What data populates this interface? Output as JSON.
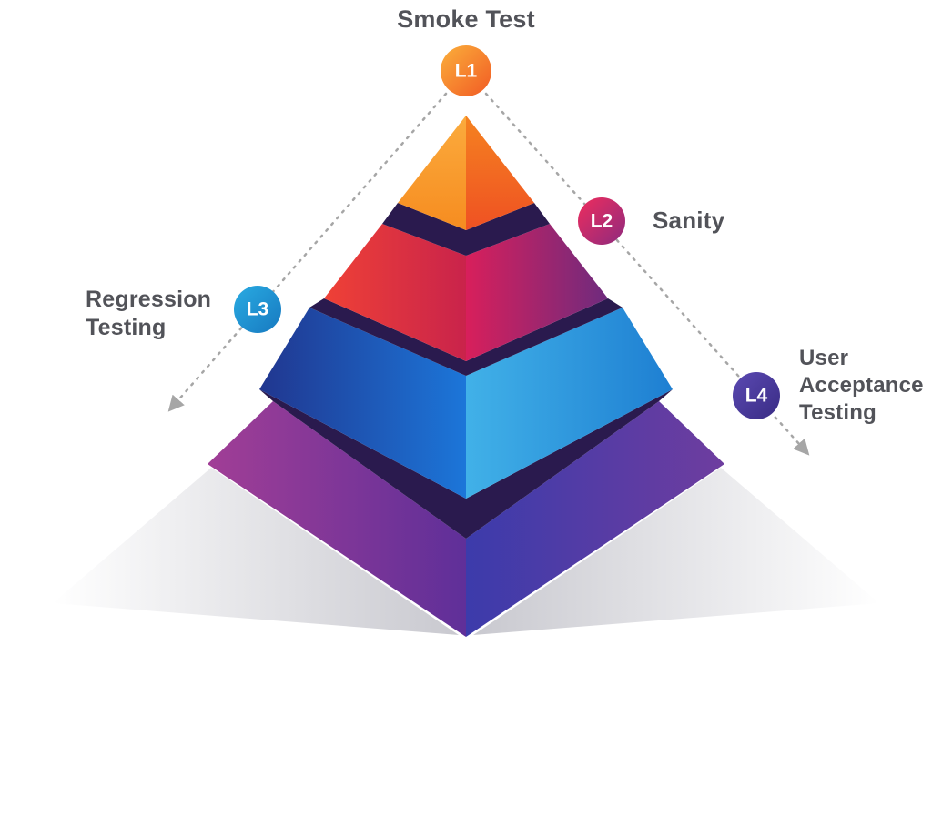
{
  "diagram": {
    "type": "pyramid-4-levels",
    "title": "Smoke Test"
  },
  "levels": [
    {
      "badge": "L1",
      "label": "Smoke Test",
      "lines": [
        "Smoke Test"
      ],
      "color": "#F7941E"
    },
    {
      "badge": "L2",
      "label": "Sanity",
      "lines": [
        "Sanity"
      ],
      "color": "#D81F5B"
    },
    {
      "badge": "L3",
      "label": "Regression Testing",
      "lines": [
        "Regression",
        "Testing"
      ],
      "color": "#29ABE2"
    },
    {
      "badge": "L4",
      "label": "User Acceptance Testing",
      "lines": [
        "User",
        "Acceptance",
        "Testing"
      ],
      "color": "#4B3AA6"
    }
  ],
  "colors": {
    "text": "#525359",
    "line": "#A6A6A6",
    "navy": "#2A1A4E",
    "cap_left_top": "#FBAB3D",
    "cap_left_bottom": "#F68C20",
    "cap_right_top": "#F58220",
    "cap_right_bottom": "#EF5123",
    "t2_left_a": "#EF4136",
    "t2_left_b": "#C9234B",
    "t2_right_a": "#D81F5B",
    "t2_right_b": "#6E2B7E",
    "t3_left_a": "#20368F",
    "t3_left_b": "#1C76D9",
    "t3_right_a": "#41B1E8",
    "t3_right_b": "#1E7FD2",
    "t4_left_a": "#A13E96",
    "t4_left_b": "#5F2F99",
    "t4_right_a": "#3C3BAB",
    "t4_right_b": "#6E3D9F",
    "shadow_inner": "#C6C6CD",
    "shadow_outer": "#FFFFFF",
    "badge_l1_a": "#FBB03B",
    "badge_l1_b": "#F15A24",
    "badge_l2_a": "#EE2D5D",
    "badge_l2_b": "#8E2A7E",
    "badge_l3_a": "#29ABE2",
    "badge_l3_b": "#1779C0",
    "badge_l4_a": "#5B49B2",
    "badge_l4_b": "#392C84"
  }
}
